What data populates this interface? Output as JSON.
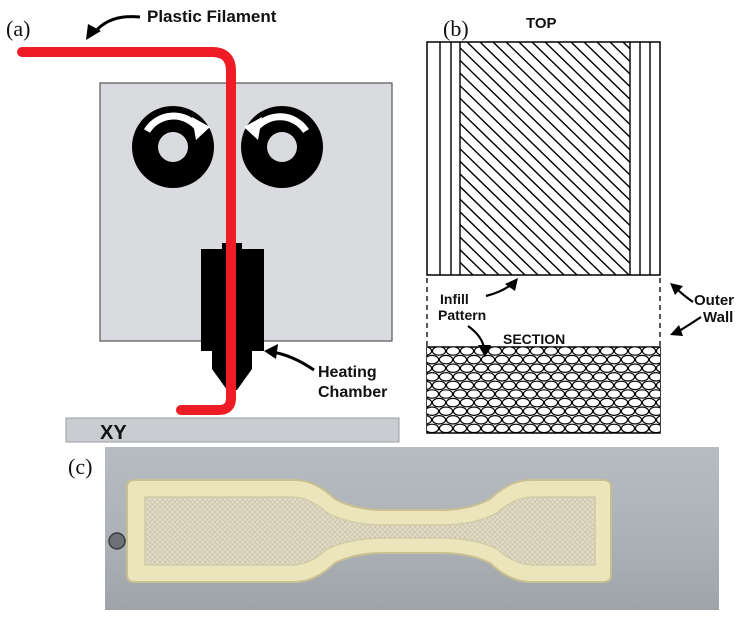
{
  "panels": {
    "a": {
      "letter": "(a)",
      "labels": {
        "filament": "Plastic Filament",
        "heating_line1": "Heating",
        "heating_line2": "Chamber",
        "platform": "XY"
      }
    },
    "b": {
      "letter": "(b)",
      "labels": {
        "top": "TOP",
        "section": "SECTION",
        "infill_line1": "Infill",
        "infill_line2": "Pattern",
        "outer_line1": "Outer",
        "outer_line2": "Wall"
      }
    },
    "c": {
      "letter": "(c)"
    }
  },
  "colors": {
    "filament": "#ee1c24",
    "printer_body": "#d9dbdf",
    "platform": "#c9ccd1",
    "part": "#e8e1b8"
  }
}
